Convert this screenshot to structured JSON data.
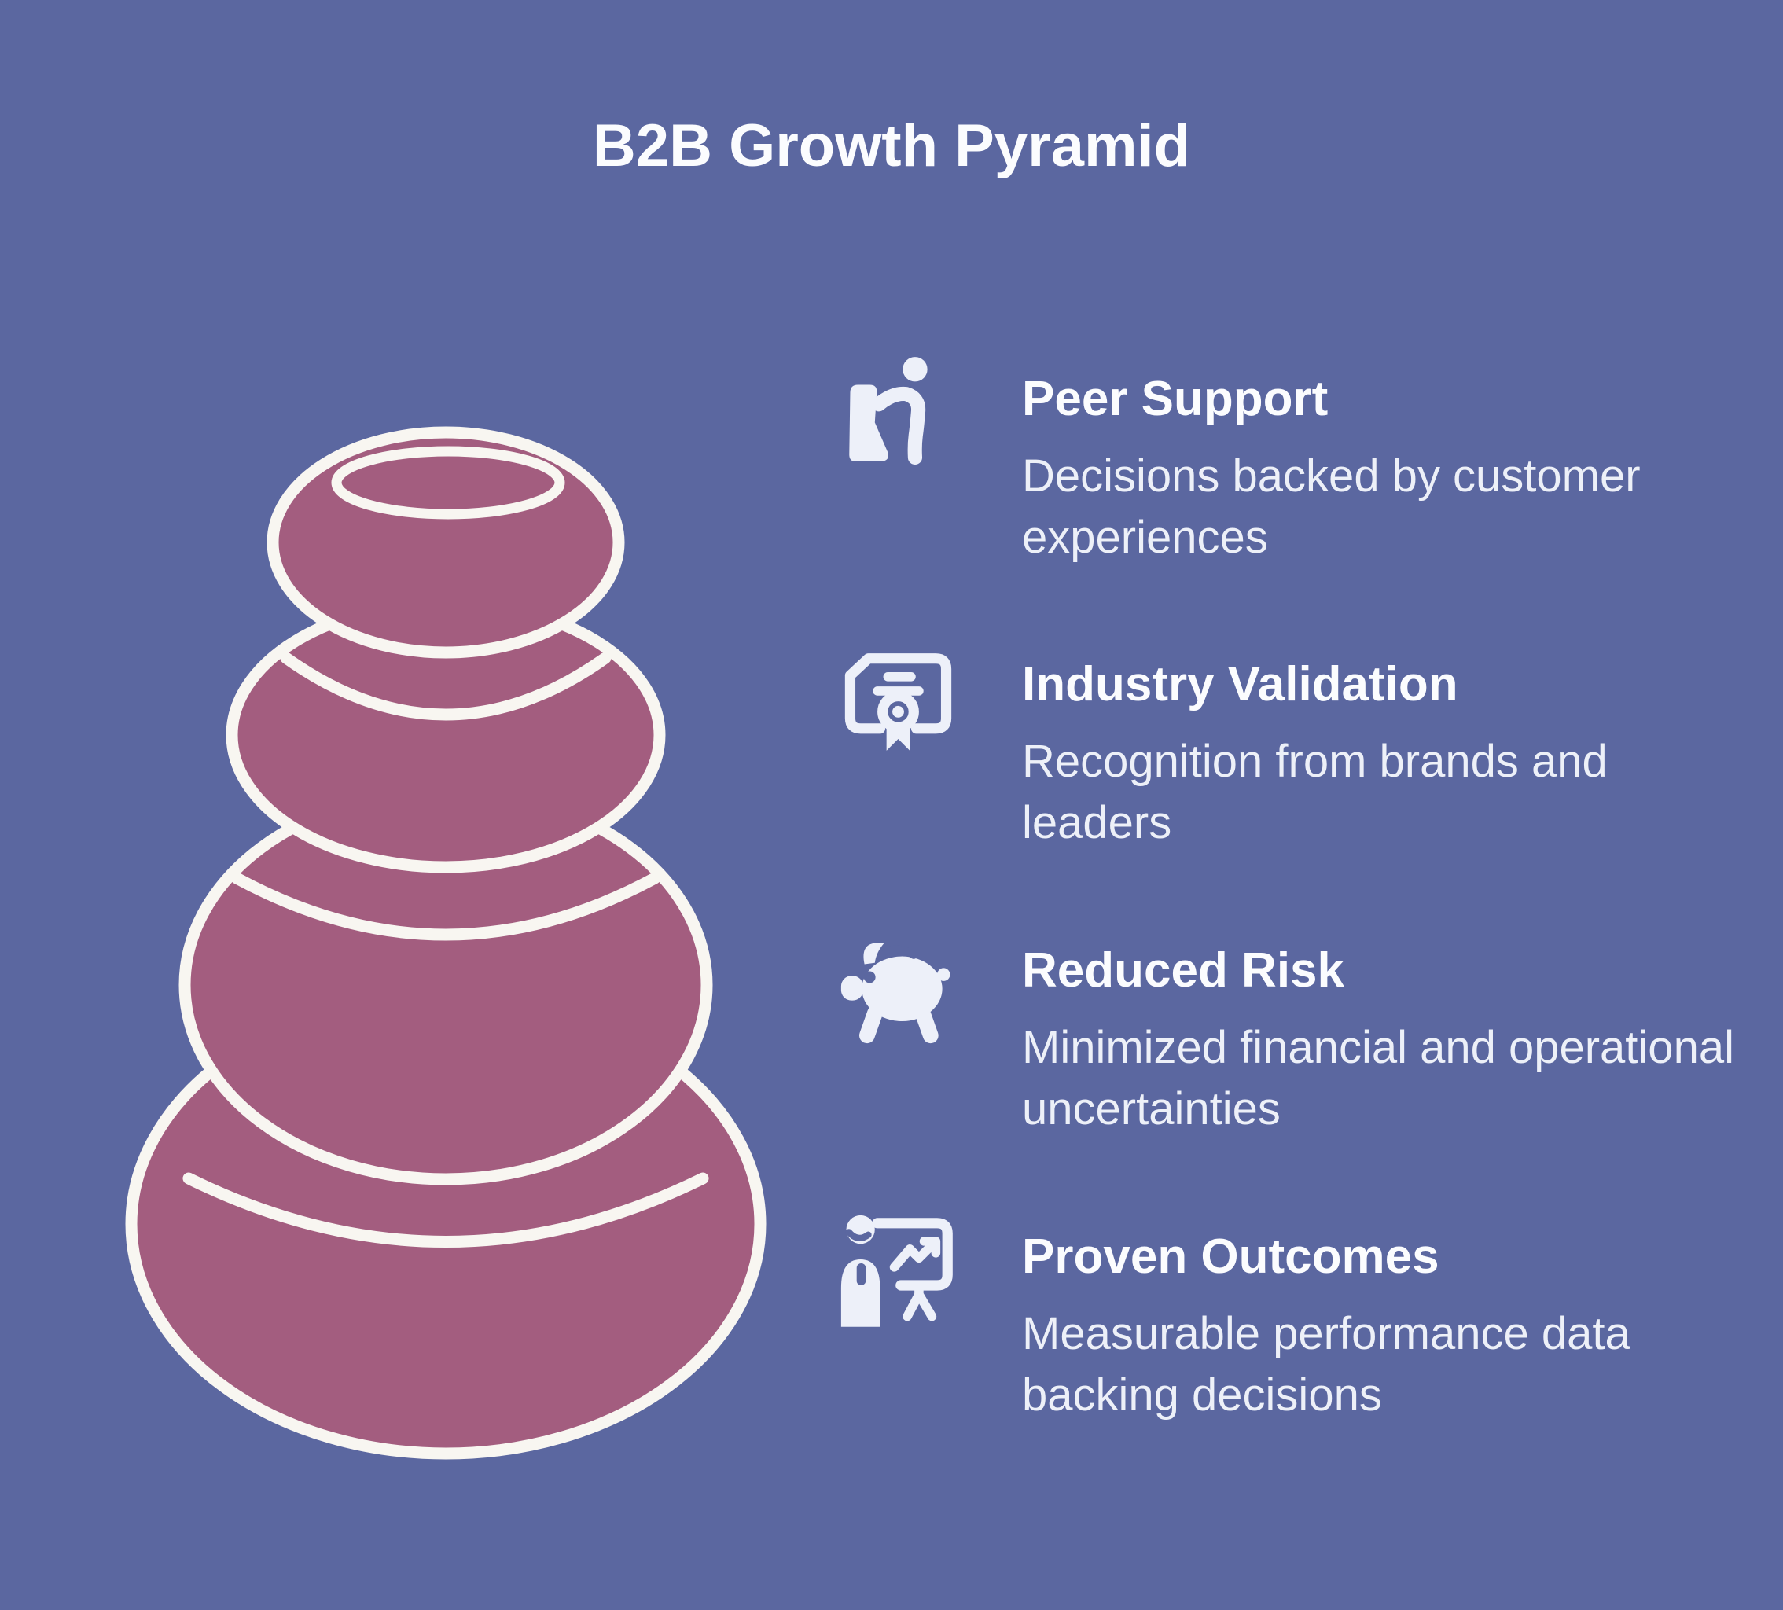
{
  "title": "B2B Growth Pyramid",
  "colors": {
    "background": "#5b67a0",
    "stone": "#a35d7f",
    "stone_outline": "#f8f6f1",
    "icon": "#edf0f9",
    "heading_text": "#fbfcfe",
    "body_text": "#edf0f8"
  },
  "pyramid": {
    "stone_count": 4
  },
  "items": [
    {
      "icon": "peer-support-icon",
      "title": "Peer Support",
      "description": "Decisions backed by customer experiences"
    },
    {
      "icon": "certificate-icon",
      "title": "Industry Validation",
      "description": "Recognition from brands and leaders"
    },
    {
      "icon": "piggy-bank-icon",
      "title": "Reduced Risk",
      "description": "Minimized financial and operational uncertainties"
    },
    {
      "icon": "presentation-chart-icon",
      "title": "Proven Outcomes",
      "description": "Measurable performance data backing decisions"
    }
  ]
}
